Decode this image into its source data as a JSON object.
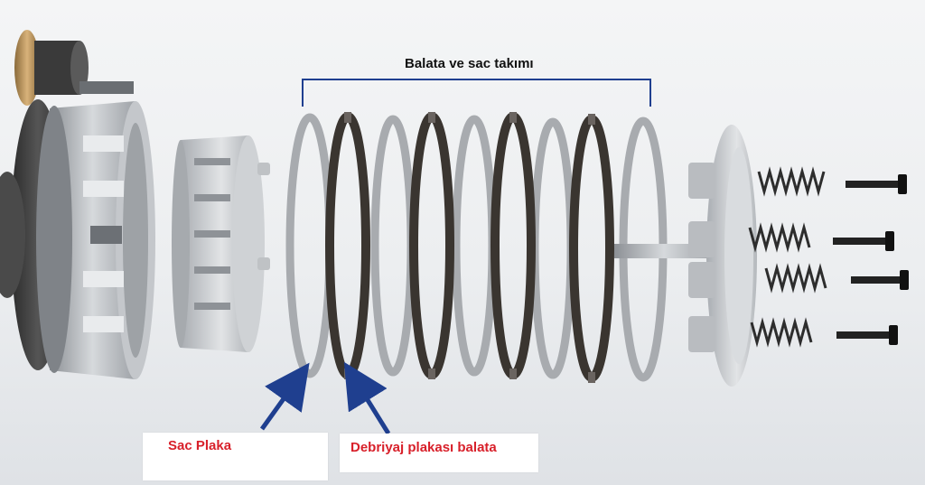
{
  "diagram": {
    "group_label": "Balata ve sac takımı",
    "labels": {
      "steel_plate": "Sac Plaka",
      "friction_plate": "Debriyaj plakası balata"
    },
    "colors": {
      "arrow": "#1f3f8f",
      "label_text": "#d8202a",
      "bracket": "#1f3f8f"
    }
  }
}
